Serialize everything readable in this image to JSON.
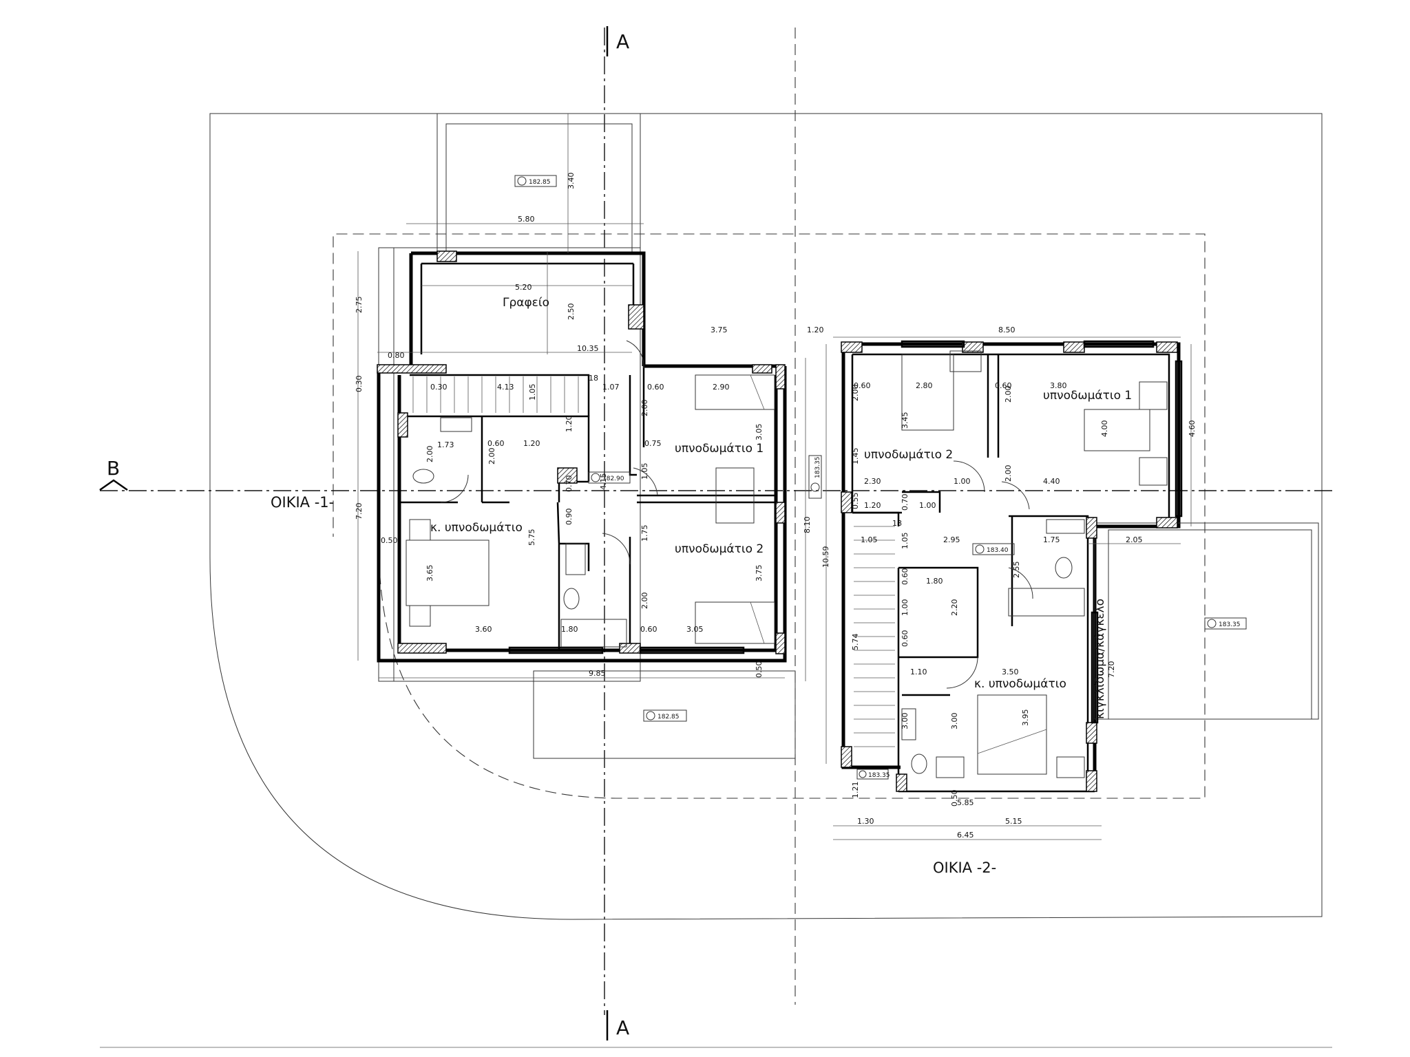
{
  "section_marks": {
    "a_top": "A",
    "a_bottom": "A",
    "b_left": "B"
  },
  "houses": {
    "house1": "ΟΙΚΙΑ -1-",
    "house2": "ΟΙΚΙΑ -2-"
  },
  "rooms": {
    "h1_office": "Γραφείο",
    "h1_bedroom1": "υπνοδωμάτιο 1",
    "h1_bedroom2": "υπνοδωμάτιο 2",
    "h1_master": "κ. υπνοδωμάτιο",
    "h2_bedroom1": "υπνοδωμάτιο 1",
    "h2_bedroom2": "υπνοδωμάτιο 2",
    "h2_master": "κ. υπνοδωμάτιο",
    "h2_fence": "κιγκλίδωμα/κάγκελο"
  },
  "levels": {
    "l1": "182.85",
    "l2": "182.90",
    "l3": "182.85",
    "l4": "183.35",
    "l5": "183.40",
    "l6": "183.35",
    "l7": "183.35"
  },
  "dimensions": {
    "d_340": "3.40",
    "d_580": "5.80",
    "d_520": "5.20",
    "d_250": "2.50",
    "d_275": "2.75",
    "d_1035": "10.35",
    "d_080": "0.80",
    "d_030": "0.30",
    "d_030b": "0.30",
    "d_413": "4.13",
    "d_105a": "1.05",
    "d_107": "1.07",
    "d_060a": "0.60",
    "d_290": "2.90",
    "d_375a": "3.75",
    "d_120a": "1.20",
    "d_305a": "3.05",
    "d_200a": "2.00",
    "d_075": "0.75",
    "d_173": "1.73",
    "d_060b": "0.60",
    "d_120b": "1.20",
    "d_120c": "1.20",
    "d_200b": "2.00",
    "d_200c": "2.00",
    "d_415": "4.15",
    "d_105b": "1.05",
    "d_070": "0.70",
    "d_720a": "7.20",
    "d_050a": "0.50",
    "d_575": "5.75",
    "d_090": "0.90",
    "d_175": "1.75",
    "d_365": "3.65",
    "d_375b": "3.75",
    "d_200d": "2.00",
    "d_360": "3.60",
    "d_180a": "1.80",
    "d_060c": "0.60",
    "d_305b": "3.05",
    "d_985": "9.85",
    "d_050b": "0.50",
    "d_810": "8.10",
    "d_1059": "10.59",
    "d_120d": "1.20",
    "d_850": "8.50",
    "d_060d": "0.60",
    "d_280": "2.80",
    "d_060e": "0.60",
    "d_380": "3.80",
    "d_200e": "2.00",
    "d_200f": "2.00",
    "d_345": "3.45",
    "d_400": "4.00",
    "d_460": "4.60",
    "d_145": "1.45",
    "d_230": "2.30",
    "d_100a": "1.00",
    "d_440": "4.40",
    "d_120e": "1.20",
    "d_055": "0.55",
    "d_070b": "0.70",
    "d_100b": "1.00",
    "d_105c": "1.05",
    "d_105d": "1.05",
    "d_295": "2.95",
    "d_175b": "1.75",
    "d_205": "2.05",
    "d_060f": "0.60",
    "d_180b": "1.80",
    "d_255": "2.55",
    "d_100c": "1.00",
    "d_220": "2.20",
    "d_060g": "0.60",
    "d_574": "5.74",
    "d_110": "1.10",
    "d_350": "3.50",
    "d_395": "3.95",
    "d_300a": "3.00",
    "d_300b": "3.00",
    "d_720b": "7.20",
    "d_121": "1.21",
    "d_050c": "0.50",
    "d_585": "5.85",
    "d_130": "1.30",
    "d_515": "5.15",
    "d_645": "6.45",
    "d_18a": "18",
    "d_18b": "18"
  }
}
